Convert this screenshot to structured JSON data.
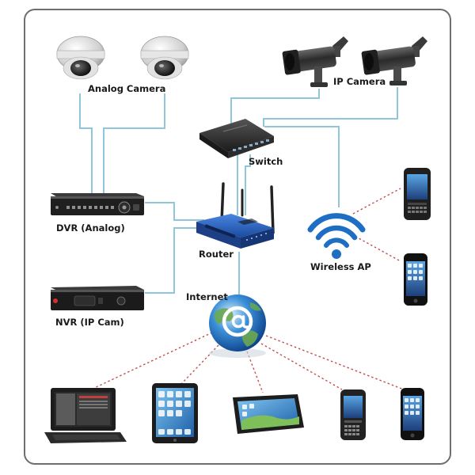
{
  "labels": {
    "analog_camera": "Analog Camera",
    "ip_camera": "IP Camera",
    "switch": "Switch",
    "dvr": "DVR (Analog)",
    "router": "Router",
    "wireless_ap": "Wireless AP",
    "internet": "Internet",
    "nvr": "NVR (IP Cam)"
  },
  "colors": {
    "wire": "#8fc6dc",
    "wireless_link": "#c0504d",
    "wifi": "#1e6fc4",
    "frame": "#6e6e6e",
    "router": "#2c64c4",
    "label": "#1a1a1a"
  }
}
